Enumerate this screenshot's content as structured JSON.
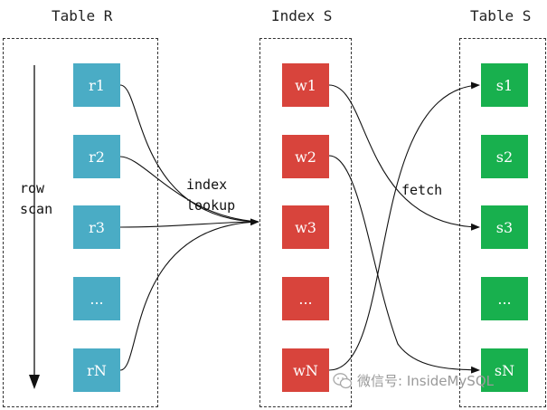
{
  "titles": {
    "table_r": "Table R",
    "index_s": "Index S",
    "table_s": "Table S"
  },
  "labels": {
    "row_scan_1": "row",
    "row_scan_2": "scan",
    "index_lookup_1": "index",
    "index_lookup_2": "lookup",
    "fetch": "fetch"
  },
  "table_r": [
    "r1",
    "r2",
    "r3",
    "...",
    "rN"
  ],
  "index_s": [
    "w1",
    "w2",
    "w3",
    "...",
    "wN"
  ],
  "table_s": [
    "s1",
    "s2",
    "s3",
    "...",
    "sN"
  ],
  "watermark": "微信号: InsideMySQL",
  "colors": {
    "table_r": "#4aacc5",
    "index_s": "#d8443c",
    "table_s": "#18b04e"
  }
}
